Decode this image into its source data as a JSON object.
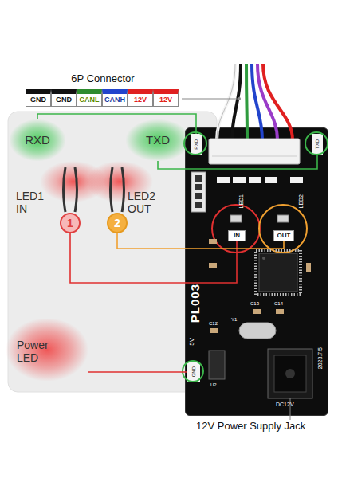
{
  "diagram": {
    "nodes": [
      {
        "text": [
          "6P Connector"
        ]
      },
      {
        "text": [
          "GND"
        ],
        "in": 0
      },
      {
        "text": [
          "GND"
        ],
        "in": 0
      },
      {
        "text": [
          "CANL"
        ],
        "in": 0
      },
      {
        "text": [
          "CANH"
        ],
        "in": 0
      },
      {
        "text": [
          "12V"
        ],
        "in": 0
      },
      {
        "text": [
          "12V"
        ],
        "in": 0
      },
      {
        "text": [
          "RXD"
        ]
      },
      {
        "text": [
          "TXD"
        ]
      },
      {
        "text": [
          "1"
        ]
      },
      {
        "text": [
          "2"
        ]
      },
      {
        "text": [
          "Power LED"
        ]
      },
      {
        "text": [
          "PL003",
          "2023.7.5"
        ]
      },
      {
        "text": [
          "RXD"
        ],
        "in": 12
      },
      {
        "text": [
          "TXD"
        ],
        "in": 12
      },
      {
        "text": [
          "IN"
        ],
        "in": 12
      },
      {
        "text": [
          "OUT"
        ],
        "in": 12
      },
      {
        "text": [
          "GND"
        ],
        "in": 12
      }
    ],
    "edges": [
      {
        "from": 7,
        "to": 13,
        "arrow": "none"
      },
      {
        "from": 8,
        "to": 14,
        "arrow": "none"
      },
      {
        "from": 9,
        "to": 15,
        "arrow": "none"
      },
      {
        "from": 10,
        "to": 16,
        "arrow": "none"
      },
      {
        "from": 11,
        "to": 17,
        "arrow": "none"
      }
    ],
    "labels": [
      "LED1 IN",
      "LED2 OUT",
      "LED1",
      "LED2",
      "5V",
      "DC12V",
      "12V Power Supply Jack",
      "C13",
      "C14",
      "Y1",
      "C12",
      "U2"
    ]
  }
}
